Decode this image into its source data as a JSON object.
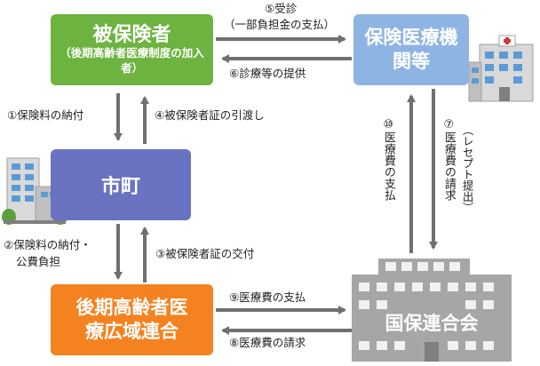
{
  "boxes": {
    "insured": {
      "title": "被保険者",
      "subtitle": "（後期高齢者医療制度の加入者）",
      "color": "#6db33f"
    },
    "medical": {
      "title": "保険医療機関等",
      "color": "#8eb4e3"
    },
    "city": {
      "title": "市町",
      "color": "#6a72c2"
    },
    "union": {
      "title": "後期高齢者医療広域連合",
      "color": "#f58220"
    },
    "kokuho": {
      "title": "国保連合会",
      "color": "#a6a6a6"
    }
  },
  "flows": {
    "f1": "①保険料の納付",
    "f2a": "②保険料の納付・",
    "f2b": "公費負担",
    "f3": "③被保険者証の交付",
    "f4": "④被保険者証の引渡し",
    "f5a": "⑤受診",
    "f5b": "（一部負担金の支払）",
    "f6": "⑥診療等の提供",
    "f7": "⑦医療費の請求",
    "f7note": "（レセプト提出）",
    "f8": "⑧医療費の請求",
    "f9": "⑨医療費の支払",
    "f10": "⑩医療費の支払"
  }
}
